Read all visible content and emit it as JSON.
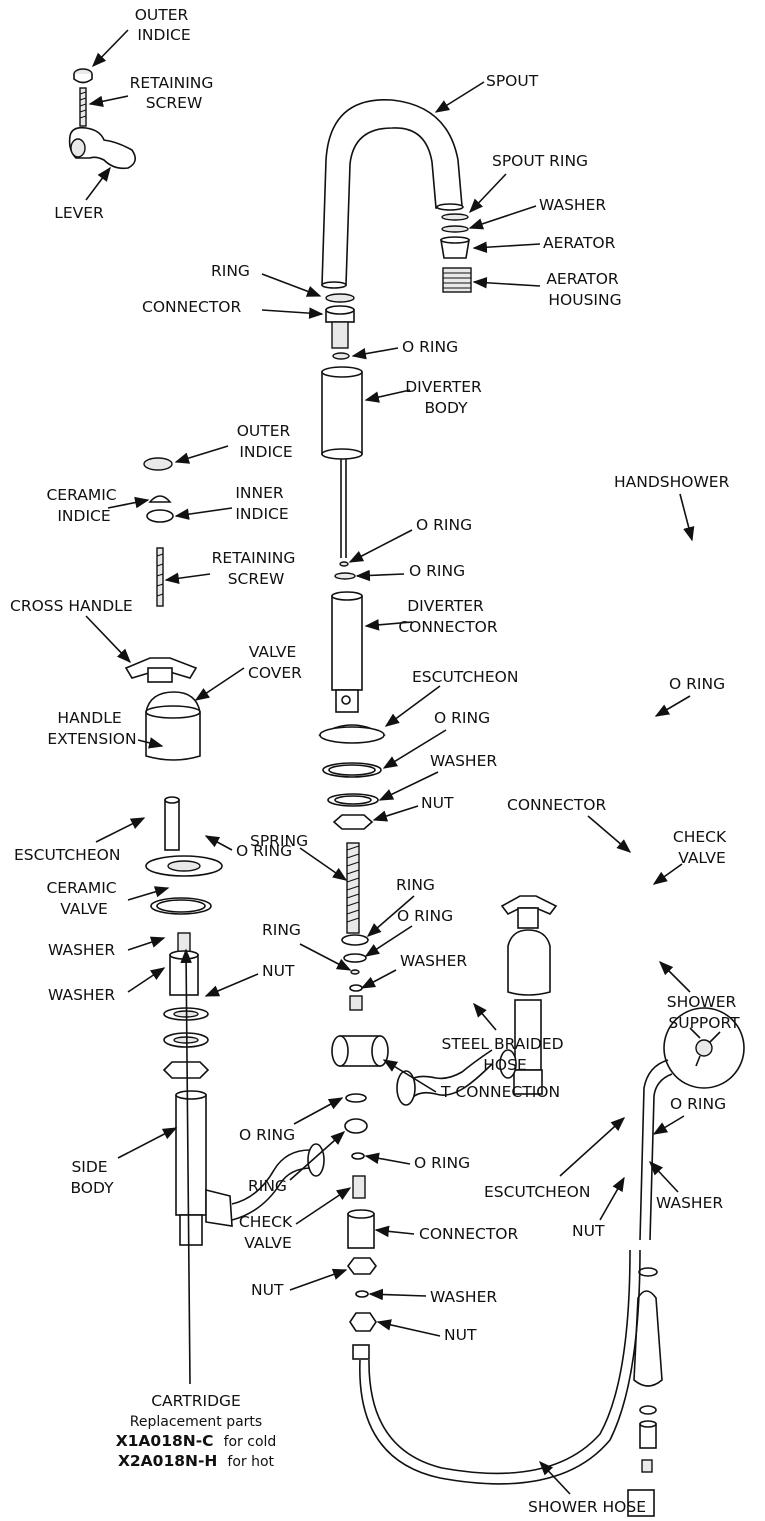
{
  "labels": {
    "outer_indice_top": [
      "OUTER",
      "INDICE"
    ],
    "retaining_screw_top": [
      "RETAINING",
      "SCREW"
    ],
    "lever": "LEVER",
    "spout": "SPOUT",
    "spout_ring": "SPOUT RING",
    "washer_spout": "WASHER",
    "aerator": "AERATOR",
    "aerator_housing": [
      "AERATOR",
      "HOUSING"
    ],
    "ring_top": "RING",
    "connector_top": "CONNECTOR",
    "o_ring_1": "O RING",
    "diverter_body": [
      "DIVERTER",
      "BODY"
    ],
    "outer_indice_mid": [
      "OUTER",
      "INDICE"
    ],
    "ceramic_indice": [
      "CERAMIC",
      "INDICE"
    ],
    "inner_indice": [
      "INNER",
      "INDICE"
    ],
    "retaining_screw_mid": [
      "RETAINING",
      "SCREW"
    ],
    "cross_handle": "CROSS HANDLE",
    "valve_cover": [
      "VALVE",
      "COVER"
    ],
    "handle_extension": [
      "HANDLE",
      "EXTENSION"
    ],
    "escutcheon_left": "ESCUTCHEON",
    "o_ring_left": "O RING",
    "ceramic_valve": [
      "CERAMIC",
      "VALVE"
    ],
    "washer_left_1": "WASHER",
    "washer_left_2": "WASHER",
    "nut_left": "NUT",
    "o_ring_2": "O RING",
    "o_ring_3": "O RING",
    "diverter_connector": [
      "DIVERTER",
      "CONNECTOR"
    ],
    "escutcheon_center": "ESCUTCHEON",
    "o_ring_center": "O RING",
    "washer_center": "WASHER",
    "nut_center": "NUT",
    "spring": "SPRING",
    "ring_center_1": "RING",
    "ring_center_2": "RING",
    "o_ring_center_2": "O RING",
    "washer_center_2": "WASHER",
    "handshower": "HANDSHOWER",
    "o_ring_right": "O RING",
    "connector_right": "CONNECTOR",
    "check_valve_right": [
      "CHECK",
      "VALVE"
    ],
    "shower_support": [
      "SHOWER",
      "SUPPORT"
    ],
    "steel_braided_hose": [
      "STEEL BRAIDED",
      "HOSE"
    ],
    "t_connection": "T CONNECTION",
    "side_body": [
      "SIDE",
      "BODY"
    ],
    "o_ring_lower_1": "O RING",
    "o_ring_lower_2": "O RING",
    "ring_lower": "RING",
    "check_valve_lower": [
      "CHECK",
      "VALVE"
    ],
    "connector_lower": "CONNECTOR",
    "nut_lower_1": "NUT",
    "washer_lower": "WASHER",
    "nut_lower_2": "NUT",
    "o_ring_right_2": "O RING",
    "escutcheon_right": "ESCUTCHEON",
    "washer_right": "WASHER",
    "nut_right": "NUT",
    "shower_hose": "SHOWER HOSE"
  },
  "cartridge": {
    "title": "CARTRIDGE",
    "subtitle": "Replacement parts",
    "cold_code": "X1A018N-C",
    "cold_text": "for cold",
    "hot_code": "X2A018N-H",
    "hot_text": "for hot"
  }
}
